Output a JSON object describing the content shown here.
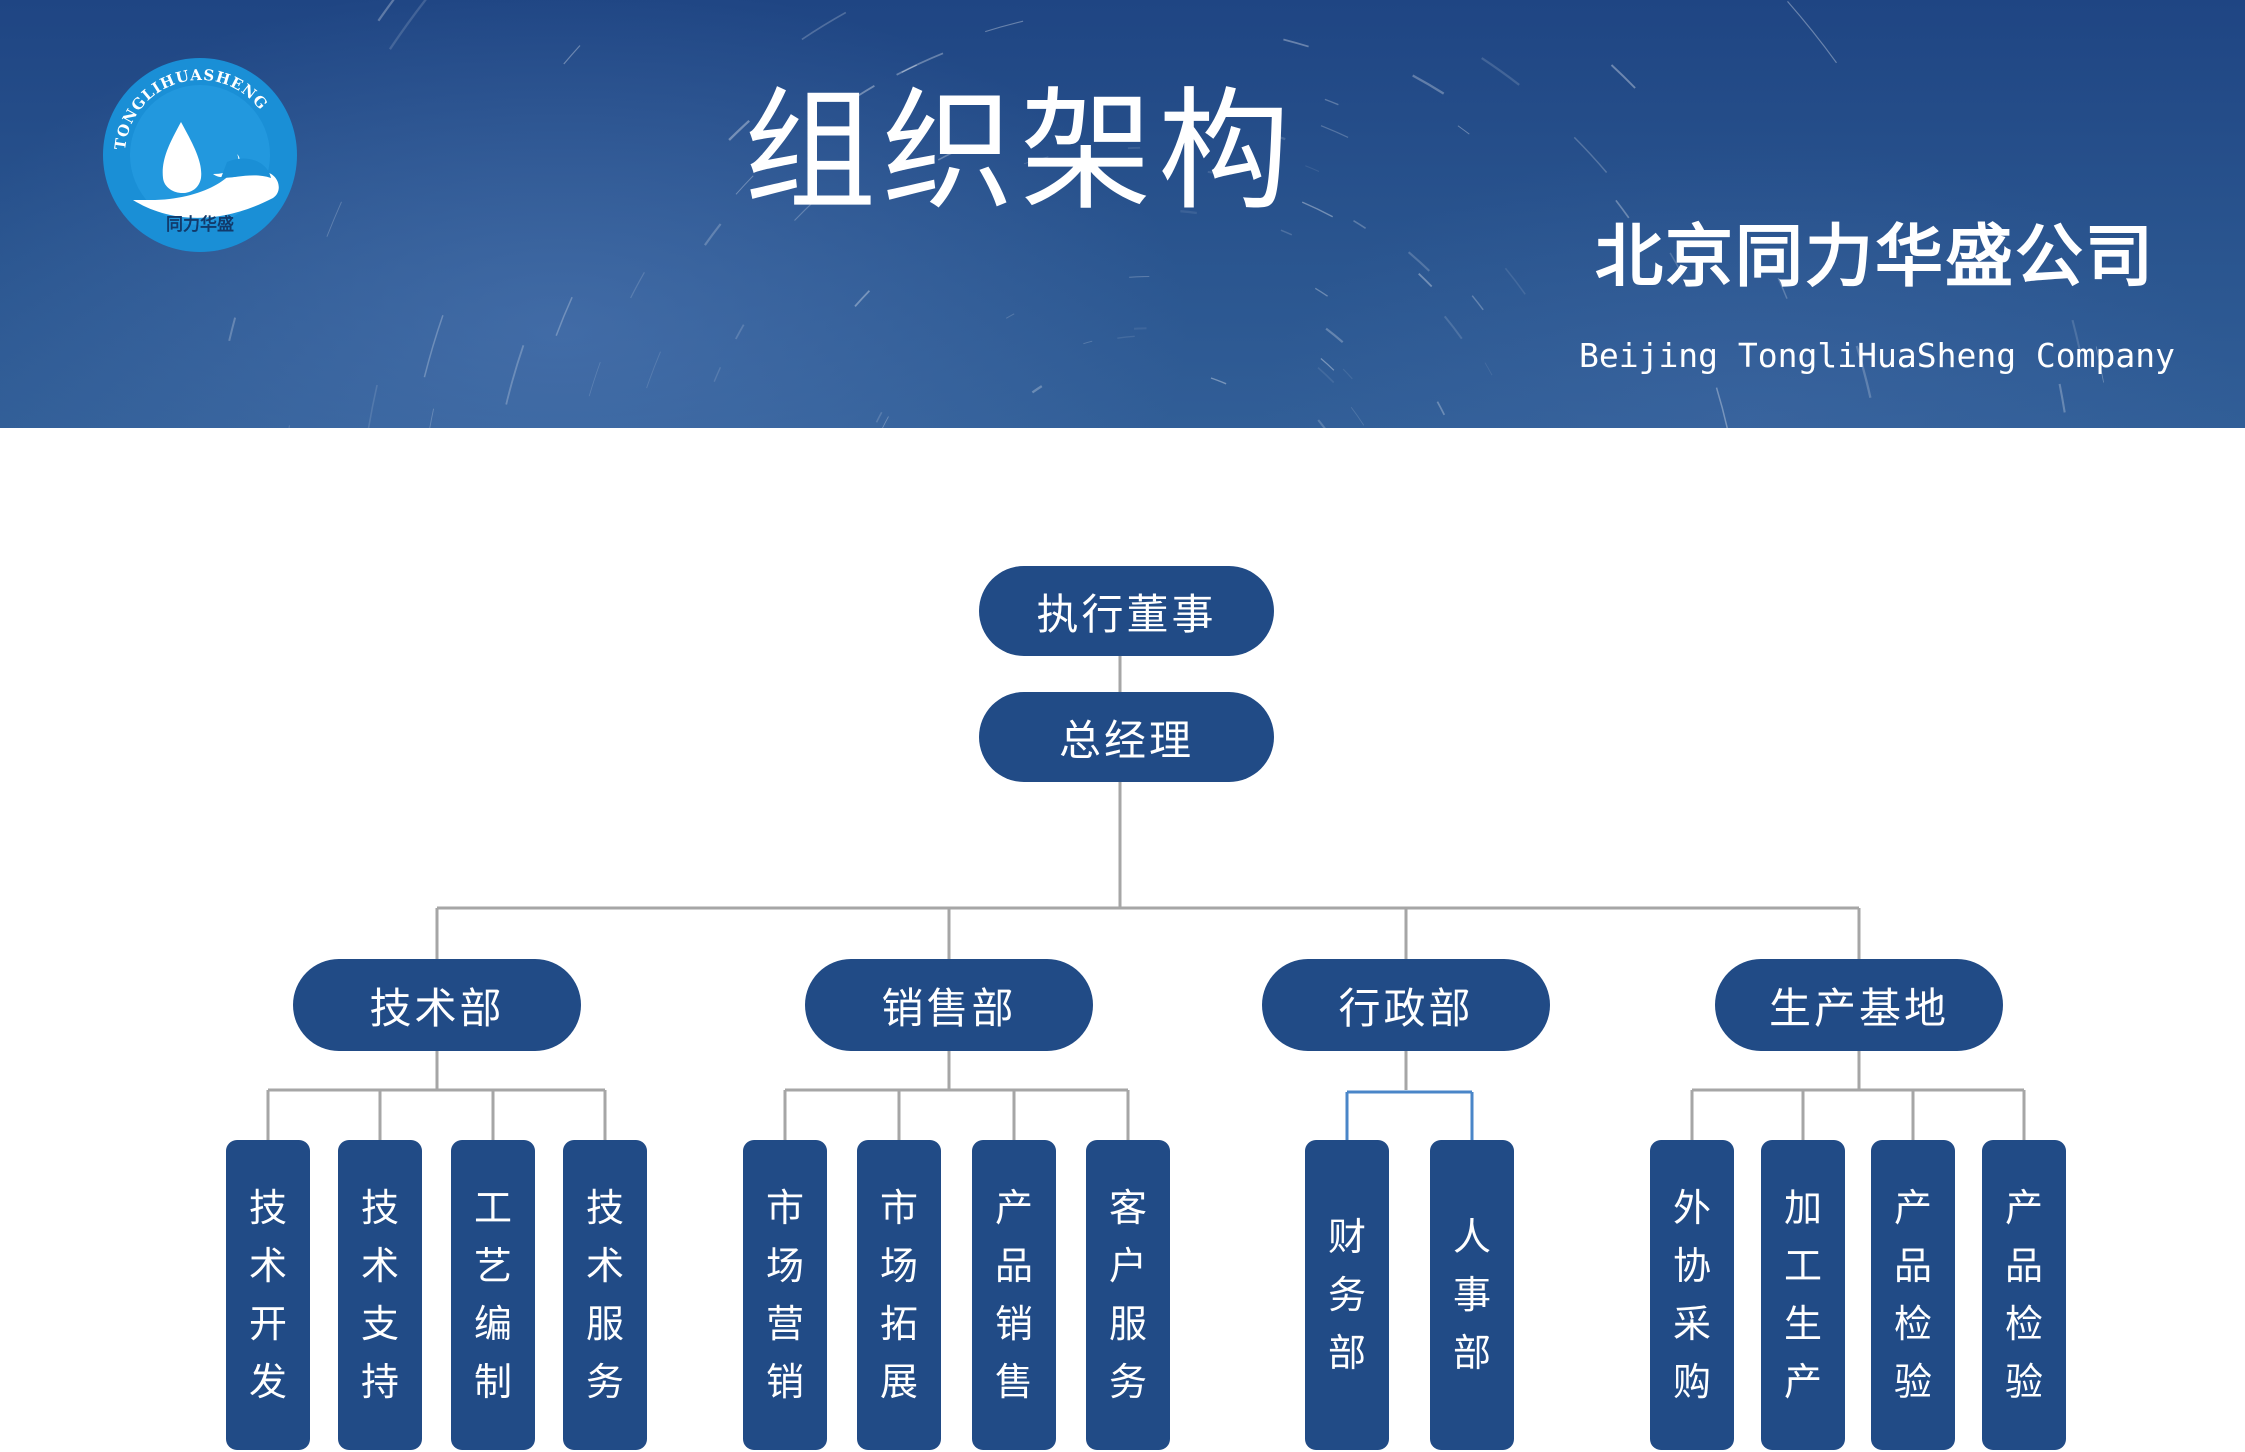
{
  "header": {
    "title": "组织架构",
    "company_cn": "北京同力华盛公司",
    "company_en": "Beijing TongliHuaSheng Company",
    "logo": {
      "arc_text": "TONGLIHUASHENG",
      "bottom_text": "同力华盛",
      "color": "#1a8fd6"
    }
  },
  "org": {
    "executive_director": "执行董事",
    "general_manager": "总经理",
    "departments": [
      {
        "name": "技术部",
        "teams": [
          "技术开发",
          "技术支持",
          "工艺编制",
          "技术服务"
        ]
      },
      {
        "name": "销售部",
        "teams": [
          "市场营销",
          "市场拓展",
          "产品销售",
          "客户服务"
        ]
      },
      {
        "name": "行政部",
        "teams": [
          "财务部",
          "人事部"
        ]
      },
      {
        "name": "生产基地",
        "teams": [
          "外协采购",
          "加工生产",
          "产品检验",
          "产品检验"
        ]
      }
    ]
  },
  "colors": {
    "node_fill": "#214b86",
    "connector": "#a6a6a6",
    "connector_highlight": "#4a86c8",
    "banner": "#24508b"
  }
}
